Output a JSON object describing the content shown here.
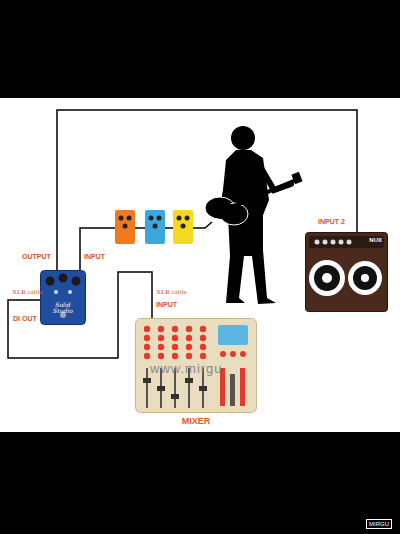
{
  "diagram": {
    "nodes": [
      {
        "text": [
          "Solid Studio"
        ]
      },
      {
        "text": [
          "NUX"
        ]
      },
      {
        "text": [
          "MIXER"
        ]
      }
    ],
    "edges": [
      {
        "from": 0,
        "to": 1,
        "arrow": "none"
      },
      {
        "from": 0,
        "to": 2,
        "arrow": "none"
      }
    ],
    "labels": [
      "OUTPUT",
      "INPUT",
      "XLR cable",
      "DI OUT",
      "XLR cable",
      "INPUT",
      "INPUT 2",
      "www.mirgu",
      "MIRGU"
    ]
  }
}
